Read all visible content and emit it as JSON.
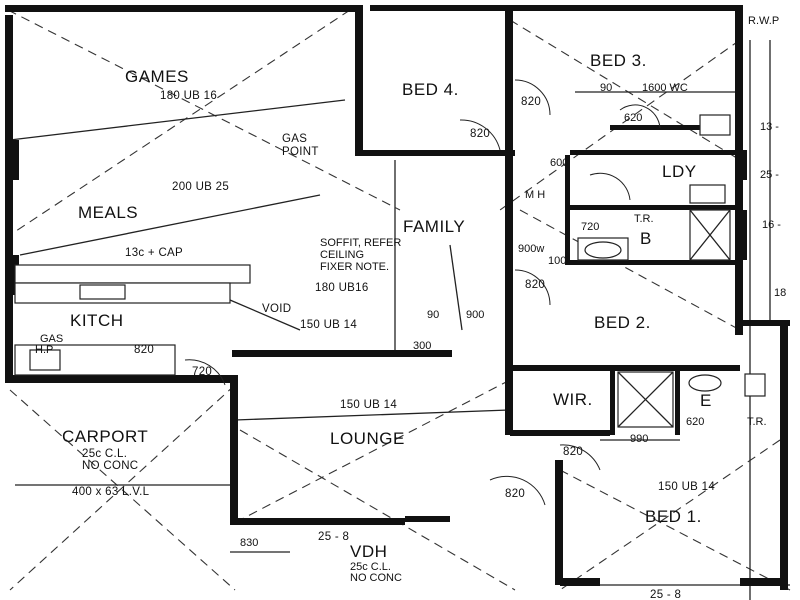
{
  "rooms": {
    "games": "GAMES",
    "meals": "MEALS",
    "kitch": "KITCH",
    "carport": "CARPORT",
    "family": "FAMILY",
    "lounge": "LOUNGE",
    "bed4": "BED 4.",
    "bed3": "BED 3.",
    "bed2": "BED 2.",
    "bed1": "BED 1.",
    "ldy": "LDY",
    "wir": "WIR.",
    "vdh": "VDH"
  },
  "annotations": {
    "games_beam": "180 UB 16",
    "gas_point_1": "GAS",
    "gas_point_2": "POINT",
    "meals_beam": "200 UB 25",
    "cap": "13c + CAP",
    "void": "VOID",
    "kitch_beam": "150 UB 14",
    "gas_hp_1": "GAS",
    "gas_hp_2": "H.P",
    "kitch_door": "820",
    "kitch_door2": "720",
    "carport_spec_1": "25c  C.L.",
    "carport_spec_2": "NO CONC",
    "carport_beam": "400 x 63 L.V.L",
    "soffit_1": "SOFFIT, REFER",
    "soffit_2": "CEILING",
    "soffit_3": "FIXER NOTE.",
    "family_beam": "180 UB16",
    "dim_90": "90",
    "dim_900": "900",
    "dim_300": "300",
    "lounge_beam": "150 UB 14",
    "lounge_door": "820",
    "dim_830": "830",
    "dim_25_8_a": "25 - 8",
    "vdh_spec_1": "25c  C.L.",
    "vdh_spec_2": "NO CONC",
    "bed4_door_1": "820",
    "bed4_door_2": "820",
    "bed3_dim_90": "90",
    "bed3_wc": "1600  WC",
    "bed3_620": "620",
    "dim_600": "600",
    "mh": "M H",
    "dim_720": "720",
    "tr_1": "T.R.",
    "b_label": "B",
    "dim_900w": "900w",
    "dim_100": "100",
    "bed2_door": "820",
    "wir_door": "820",
    "dim_990": "990",
    "e_label": "E",
    "dim_620": "620",
    "tr_2": "T.R.",
    "bed1_beam": "150 UB 14",
    "dim_25_8_b": "25 - 8",
    "rwp": "R.W.P",
    "dim_13": "13 -",
    "dim_25": "25 -",
    "dim_16": "16 -",
    "dim_18": "18"
  }
}
